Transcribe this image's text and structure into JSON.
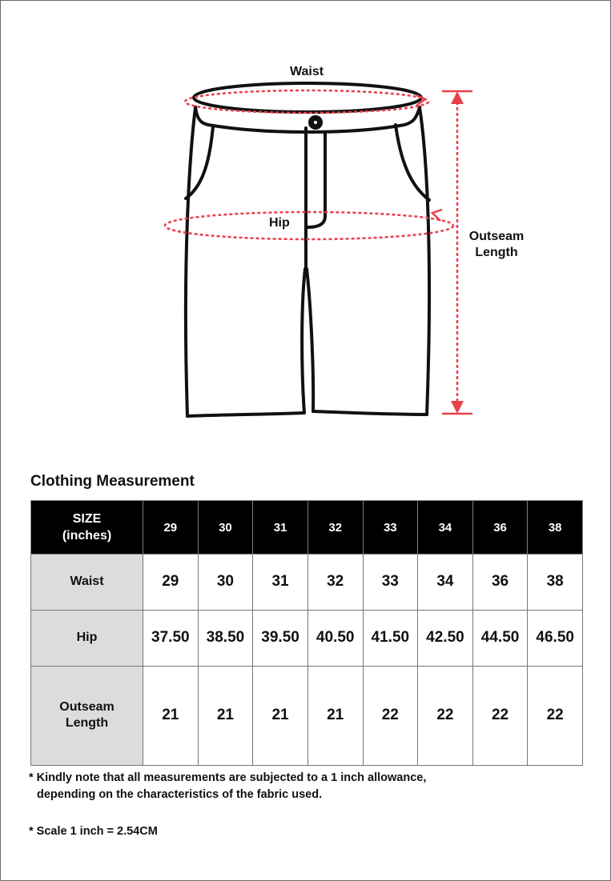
{
  "diagram": {
    "waist_label": "Waist",
    "hip_label": "Hip",
    "outseam_label_line1": "Outseam",
    "outseam_label_line2": "Length"
  },
  "title": "Clothing Measurement",
  "table": {
    "header_line1": "SIZE",
    "header_line2": "(inches)",
    "sizes": [
      "29",
      "30",
      "31",
      "32",
      "33",
      "34",
      "36",
      "38"
    ],
    "rows": [
      {
        "label_line1": "Waist",
        "label_line2": "",
        "values": [
          "29",
          "30",
          "31",
          "32",
          "33",
          "34",
          "36",
          "38"
        ]
      },
      {
        "label_line1": "Hip",
        "label_line2": "",
        "values": [
          "37.50",
          "38.50",
          "39.50",
          "40.50",
          "41.50",
          "42.50",
          "44.50",
          "46.50"
        ]
      },
      {
        "label_line1": "Outseam",
        "label_line2": "Length",
        "values": [
          "21",
          "21",
          "21",
          "21",
          "22",
          "22",
          "22",
          "22"
        ]
      }
    ]
  },
  "notes": {
    "allowance_line1": "* Kindly note that all measurements are subjected to a 1 inch allowance,",
    "allowance_line2": "depending on the characteristics of the fabric used.",
    "scale": "* Scale 1 inch = 2.54CM"
  },
  "colors": {
    "measure_red": "#e8404a",
    "header_black": "#000000",
    "label_gray": "#dcdcdc"
  }
}
